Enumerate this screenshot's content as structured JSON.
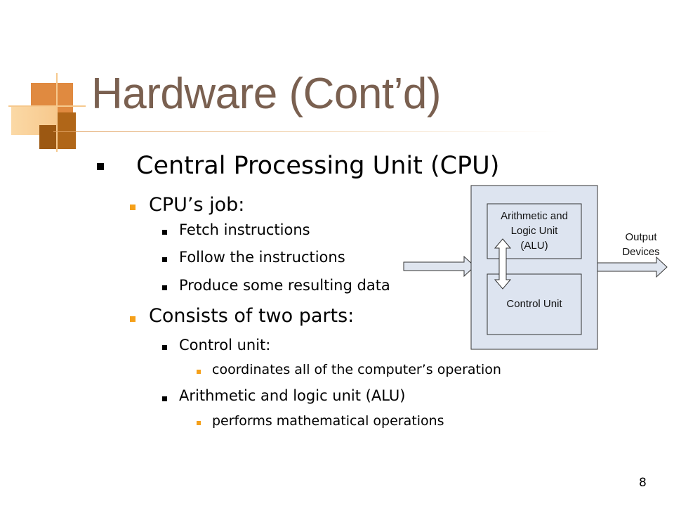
{
  "slide": {
    "title": "Hardware (Cont’d)",
    "page_number": "8",
    "accent_color": "#f5a01a",
    "title_color": "#7a6050"
  },
  "bullets": {
    "level1": "Central Processing Unit (CPU)",
    "cpu_job": "CPU’s job:",
    "cpu_job_items": [
      "Fetch instructions",
      "Follow the instructions",
      "Produce some resulting data"
    ],
    "parts": "Consists of two parts:",
    "control_unit": "Control unit:",
    "control_unit_desc": "coordinates all of the computer’s operation",
    "alu": "Arithmetic and logic unit (ALU)",
    "alu_desc": "performs mathematical operations"
  },
  "diagram": {
    "alu_lines": [
      "Arithmetic and",
      "Logic Unit",
      "(ALU)"
    ],
    "control_unit_label": "Control Unit",
    "output_lines": [
      "Output",
      "Devices"
    ]
  }
}
